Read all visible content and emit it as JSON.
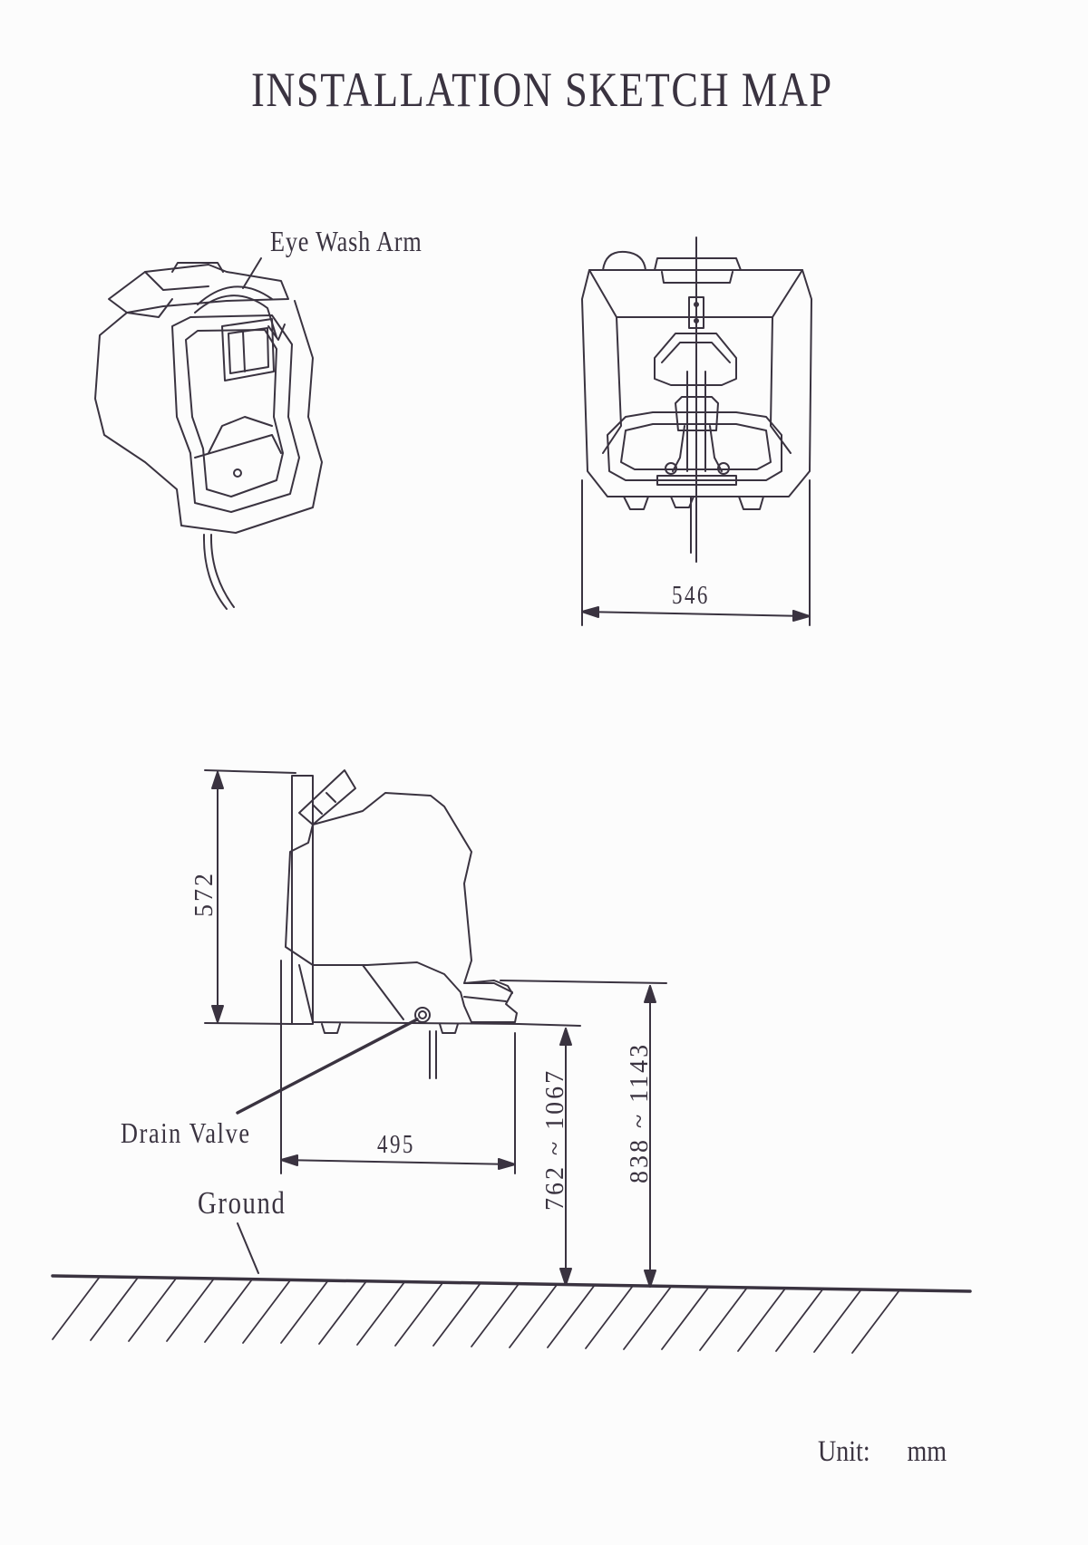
{
  "title": "INSTALLATION SKETCH MAP",
  "labels": {
    "eye_wash_arm": "Eye Wash Arm",
    "drain_valve": "Drain Valve",
    "ground": "Ground"
  },
  "dimensions": {
    "front_width": "546",
    "side_depth": "495",
    "side_height": "572",
    "bottom_height_range": "762 ~ 1067",
    "top_height_range": "838 ~ 1143"
  },
  "unit": {
    "label": "Unit:",
    "value": "mm"
  },
  "colors": {
    "line": "#3a3340",
    "background": "#fcfcfc"
  }
}
